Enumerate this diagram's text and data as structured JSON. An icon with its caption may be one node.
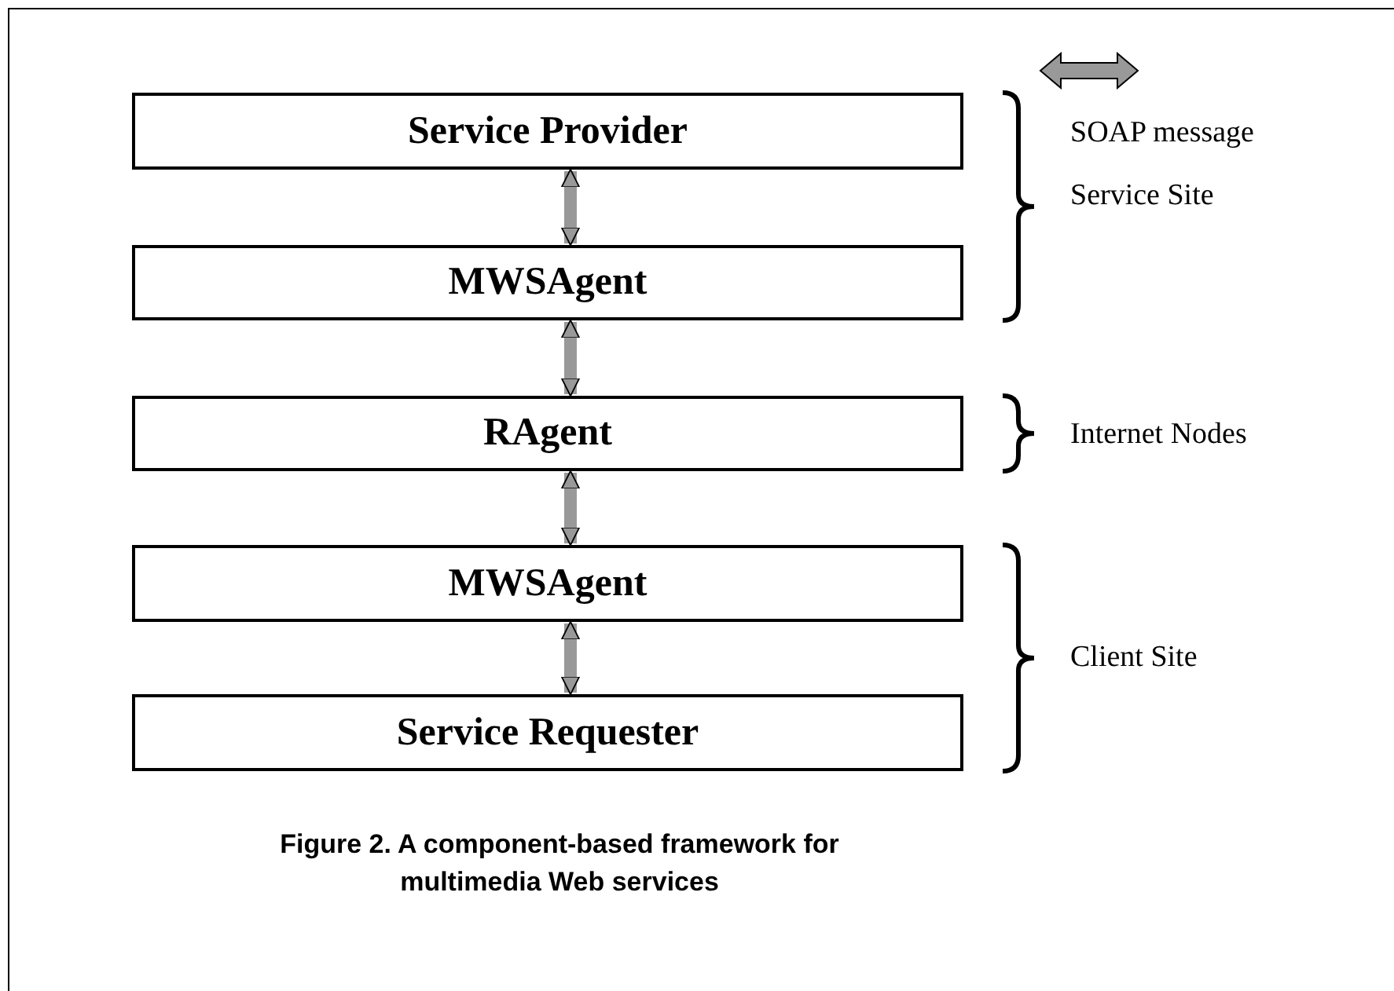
{
  "diagram": {
    "caption": "Figure 2. A component-based framework for multimedia Web services",
    "nodes": [
      {
        "text": [
          "Service Provider"
        ]
      },
      {
        "text": [
          "MWSAgent"
        ]
      },
      {
        "text": [
          "RAgent"
        ]
      },
      {
        "text": [
          "MWSAgent"
        ]
      },
      {
        "text": [
          "Service Requester"
        ]
      }
    ],
    "edges": [
      {
        "from": 0,
        "to": 1,
        "arrow": "both"
      },
      {
        "from": 1,
        "to": 2,
        "arrow": "both"
      },
      {
        "from": 2,
        "to": 3,
        "arrow": "both"
      },
      {
        "from": 3,
        "to": 4,
        "arrow": "both"
      }
    ],
    "labels": [
      "Service Site",
      "Internet Nodes",
      "Client Site"
    ],
    "legend": [
      {
        "text": "SOAP message"
      }
    ]
  }
}
